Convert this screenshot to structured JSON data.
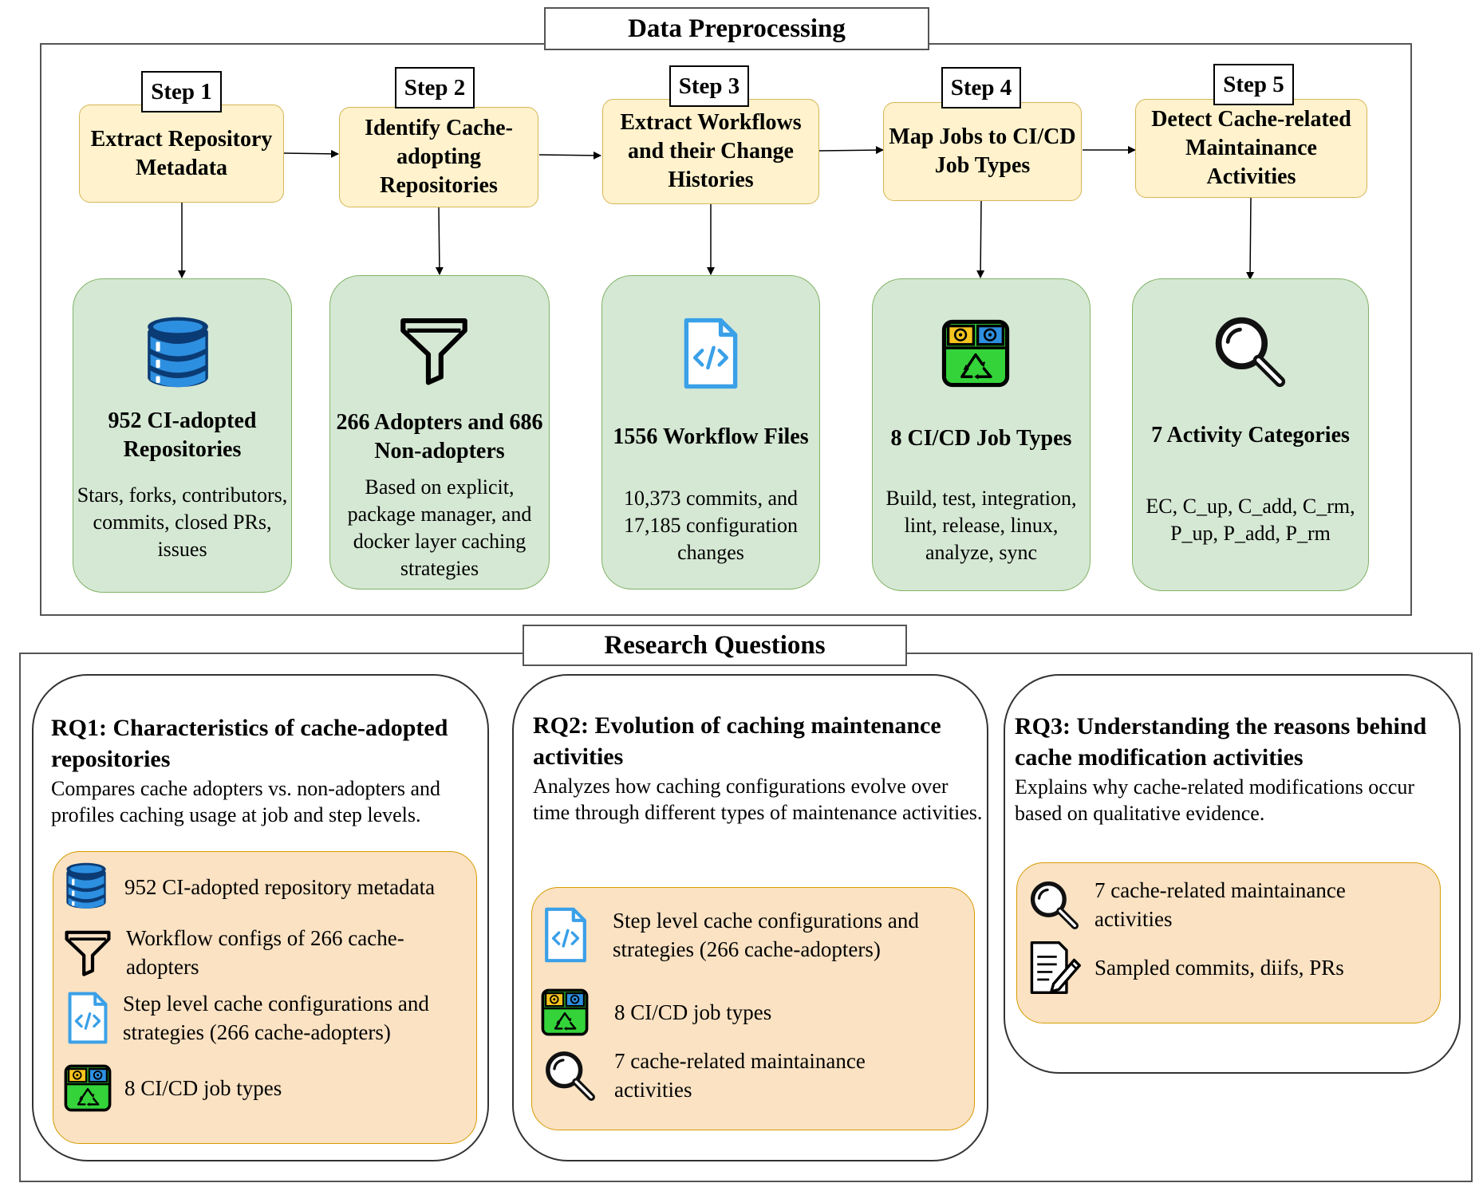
{
  "preprocessing": {
    "title": "Data Preprocessing",
    "steps": [
      {
        "label": "Step 1",
        "action": "Extract Repository Metadata",
        "result_title": "952 CI-adopted Repositories",
        "result_text": "Stars, forks, contributors, commits, closed PRs, issues",
        "icon": "database-icon"
      },
      {
        "label": "Step 2",
        "action": "Identify Cache-adopting Repositories",
        "result_title": "266 Adopters and 686 Non-adopters",
        "result_text": "Based on explicit, package manager, and docker layer caching strategies",
        "icon": "funnel-icon"
      },
      {
        "label": "Step 3",
        "action": "Extract Workflows and their Change Histories",
        "result_title": "1556 Workflow Files",
        "result_text": "10,373 commits, and 17,185 configuration changes",
        "icon": "code-file-icon"
      },
      {
        "label": "Step 4",
        "action": "Map Jobs to CI/CD Job Types",
        "result_title": "8 CI/CD Job Types",
        "result_text": "Build, test, integration, lint, release, linux, analyze, sync",
        "icon": "job-types-icon"
      },
      {
        "label": "Step 5",
        "action": "Detect Cache-related Maintainance Activities",
        "result_title": "7 Activity Categories",
        "result_text": "EC, C_up, C_add, C_rm, P_up, P_add, P_rm",
        "icon": "magnifier-icon"
      }
    ]
  },
  "research": {
    "title": "Research Questions",
    "rqs": [
      {
        "title": "RQ1: Characteristics of cache-adopted repositories",
        "desc": "Compares cache adopters vs. non-adopters and profiles caching usage at job and step levels.",
        "items": [
          {
            "icon": "database-icon",
            "text": "952 CI-adopted repository metadata"
          },
          {
            "icon": "funnel-icon",
            "text": "Workflow configs of 266 cache-adopters"
          },
          {
            "icon": "code-file-icon",
            "text": "Step level cache configurations and strategies (266 cache-adopters)"
          },
          {
            "icon": "job-types-icon",
            "text": "8 CI/CD job types"
          }
        ]
      },
      {
        "title": "RQ2: Evolution of caching maintenance activities",
        "desc": "Analyzes how caching configurations evolve over time through different types of maintenance activities.",
        "items": [
          {
            "icon": "code-file-icon",
            "text": "Step level cache configurations and strategies (266 cache-adopters)"
          },
          {
            "icon": "job-types-icon",
            "text": "8 CI/CD job types"
          },
          {
            "icon": "magnifier-icon",
            "text": "7 cache-related maintainance activities"
          }
        ]
      },
      {
        "title": "RQ3: Understanding the reasons behind cache modification activities",
        "desc": "Explains why cache-related modifications occur based on qualitative evidence.",
        "items": [
          {
            "icon": "magnifier-icon",
            "text": "7 cache-related maintainance activities"
          },
          {
            "icon": "document-edit-icon",
            "text": "Sampled commits, diifs, PRs"
          }
        ]
      }
    ]
  }
}
